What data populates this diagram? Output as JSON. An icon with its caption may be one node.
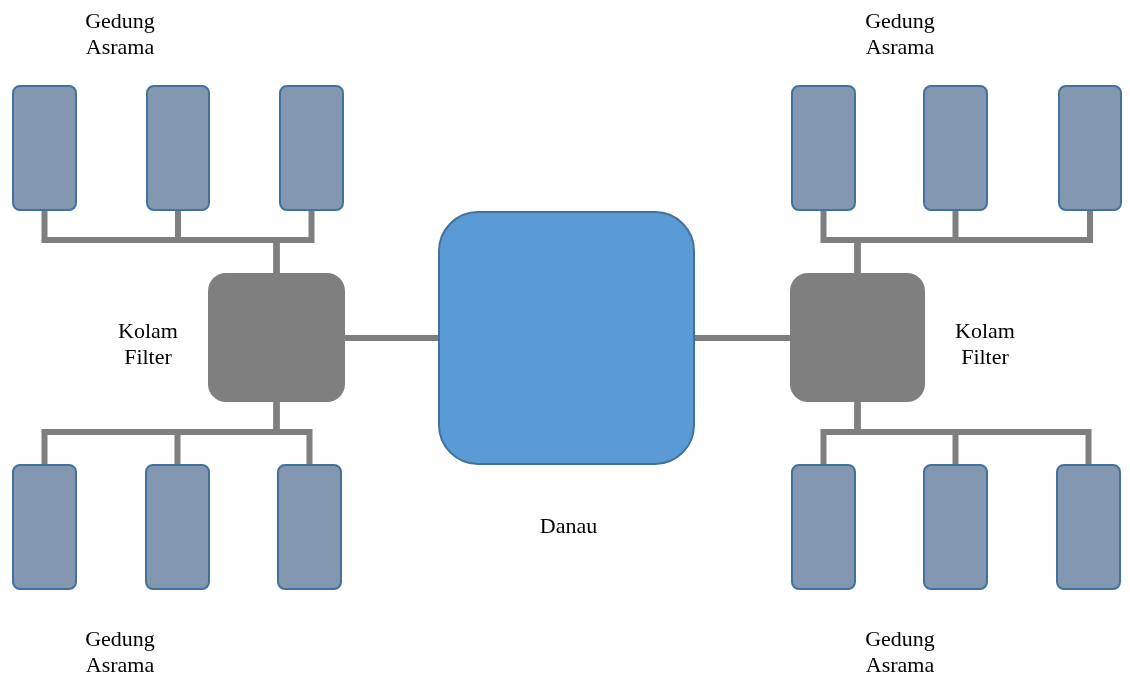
{
  "diagram": {
    "nodes": [
      {
        "text": [],
        "shape": "box"
      },
      {
        "text": [],
        "shape": "box"
      },
      {
        "text": [],
        "shape": "box"
      },
      {
        "text": [],
        "shape": "box"
      },
      {
        "text": [],
        "shape": "box"
      },
      {
        "text": [],
        "shape": "box"
      },
      {
        "text": [
          "Kolam Filter"
        ]
      },
      {
        "text": [
          "Danau"
        ]
      },
      {
        "text": [
          "Kolam Filter"
        ]
      },
      {
        "text": [],
        "shape": "box"
      },
      {
        "text": [],
        "shape": "box"
      },
      {
        "text": [],
        "shape": "box"
      },
      {
        "text": [],
        "shape": "box"
      },
      {
        "text": [],
        "shape": "box"
      },
      {
        "text": [],
        "shape": "box"
      }
    ],
    "edges": [
      {
        "from": 0,
        "to": 6,
        "arrow": "none"
      },
      {
        "from": 1,
        "to": 6,
        "arrow": "none"
      },
      {
        "from": 2,
        "to": 6,
        "arrow": "none"
      },
      {
        "from": 3,
        "to": 8,
        "arrow": "none"
      },
      {
        "from": 4,
        "to": 8,
        "arrow": "none"
      },
      {
        "from": 5,
        "to": 8,
        "arrow": "none"
      },
      {
        "from": 6,
        "to": 7,
        "arrow": "none"
      },
      {
        "from": 8,
        "to": 7,
        "arrow": "none"
      },
      {
        "from": 9,
        "to": 6,
        "arrow": "none"
      },
      {
        "from": 10,
        "to": 6,
        "arrow": "none"
      },
      {
        "from": 11,
        "to": 6,
        "arrow": "none"
      },
      {
        "from": 12,
        "to": 8,
        "arrow": "none"
      },
      {
        "from": 13,
        "to": 8,
        "arrow": "none"
      },
      {
        "from": 14,
        "to": 8,
        "arrow": "none"
      }
    ],
    "labels": [
      "Gedung Asrama",
      "Gedung Asrama",
      "Gedung Asrama",
      "Gedung Asrama"
    ]
  }
}
